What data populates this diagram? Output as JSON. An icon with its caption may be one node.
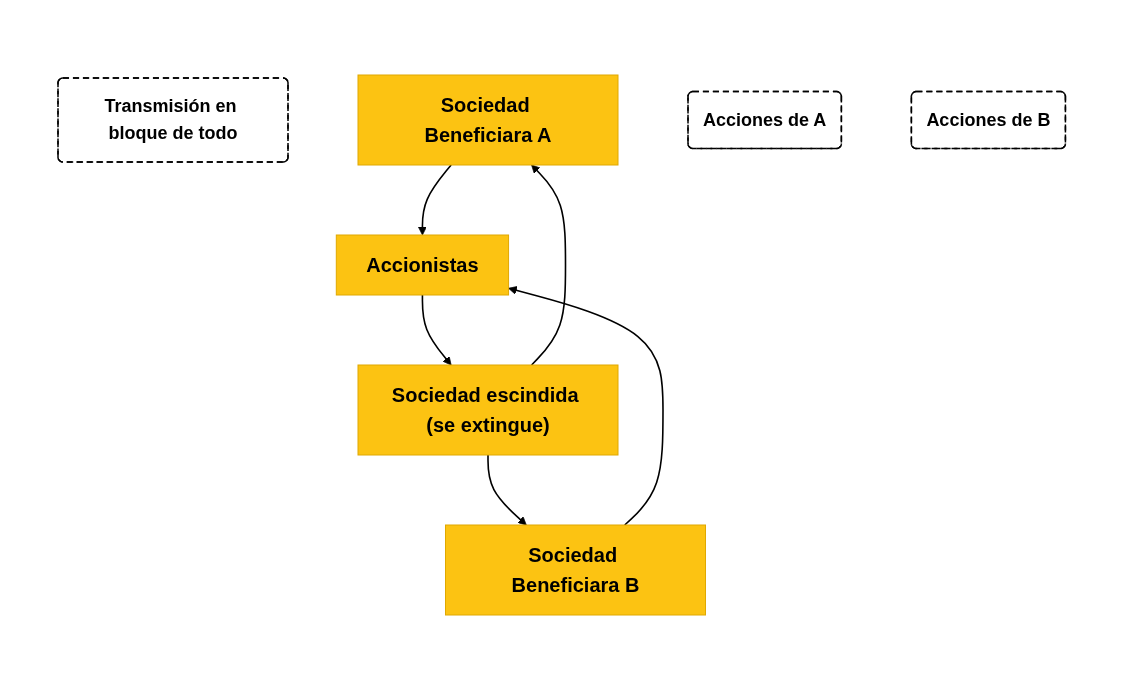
{
  "diagram": {
    "nodes": [
      {
        "text": [
          "Transmisión en bloque de todo"
        ]
      },
      {
        "text": [
          "Sociedad Beneficiara A"
        ]
      },
      {
        "text": [
          "Sociedad Beneficiara B"
        ]
      },
      {
        "text": [
          "Sociedad escindida (se extingue)"
        ]
      },
      {
        "text": [
          "Acciones de A"
        ]
      },
      {
        "text": [
          "Acciones de B"
        ]
      },
      {
        "text": [
          "Accionistas"
        ]
      }
    ],
    "edges": [
      {
        "from": 3,
        "to": 1,
        "arrow": "to"
      },
      {
        "from": 3,
        "to": 2,
        "arrow": "to"
      },
      {
        "from": 1,
        "to": 6,
        "arrow": "to"
      },
      {
        "from": 2,
        "to": 6,
        "arrow": "to"
      },
      {
        "from": 6,
        "to": 3,
        "arrow": "to"
      }
    ]
  }
}
